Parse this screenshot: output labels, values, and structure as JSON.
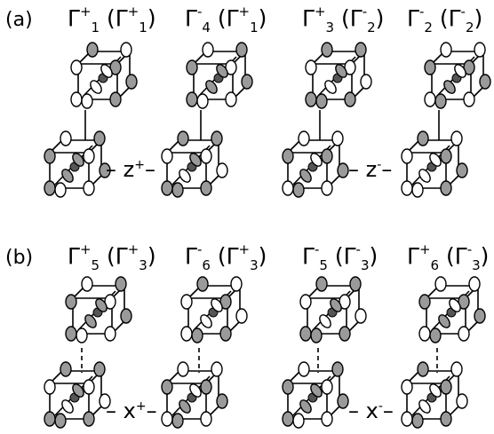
{
  "figure": {
    "colors": {
      "ink": "#000000",
      "shaded": "#9a9a9a",
      "open": "#ffffff",
      "center": "#555555"
    },
    "panels": [
      {
        "id": "a",
        "label": "(a)",
        "irreps": [
          {
            "sym": "Γ",
            "sub": "1",
            "sup": "+",
            "paren_sub": "1",
            "paren_sup": "+"
          },
          {
            "sym": "Γ",
            "sub": "4",
            "sup": "-",
            "paren_sub": "1",
            "paren_sup": "+"
          },
          {
            "sym": "Γ",
            "sub": "3",
            "sup": "+",
            "paren_sub": "2",
            "paren_sup": "-"
          },
          {
            "sym": "Γ",
            "sub": "2",
            "sup": "-",
            "paren_sub": "2",
            "paren_sup": "-"
          }
        ],
        "couplings": [
          {
            "axis": "z",
            "sign": "+"
          },
          {
            "axis": "z",
            "sign": "-"
          }
        ]
      },
      {
        "id": "b",
        "label": "(b)",
        "irreps": [
          {
            "sym": "Γ",
            "sub": "5",
            "sup": "+",
            "paren_sub": "3",
            "paren_sup": "+"
          },
          {
            "sym": "Γ",
            "sub": "6",
            "sup": "-",
            "paren_sub": "3",
            "paren_sup": "+"
          },
          {
            "sym": "Γ",
            "sub": "5",
            "sup": "-",
            "paren_sub": "3",
            "paren_sup": "-"
          },
          {
            "sym": "Γ",
            "sub": "6",
            "sup": "+",
            "paren_sub": "3",
            "paren_sup": "-"
          }
        ],
        "couplings": [
          {
            "axis": "x",
            "sign": "+"
          },
          {
            "axis": "x",
            "sign": "-"
          }
        ]
      }
    ]
  }
}
